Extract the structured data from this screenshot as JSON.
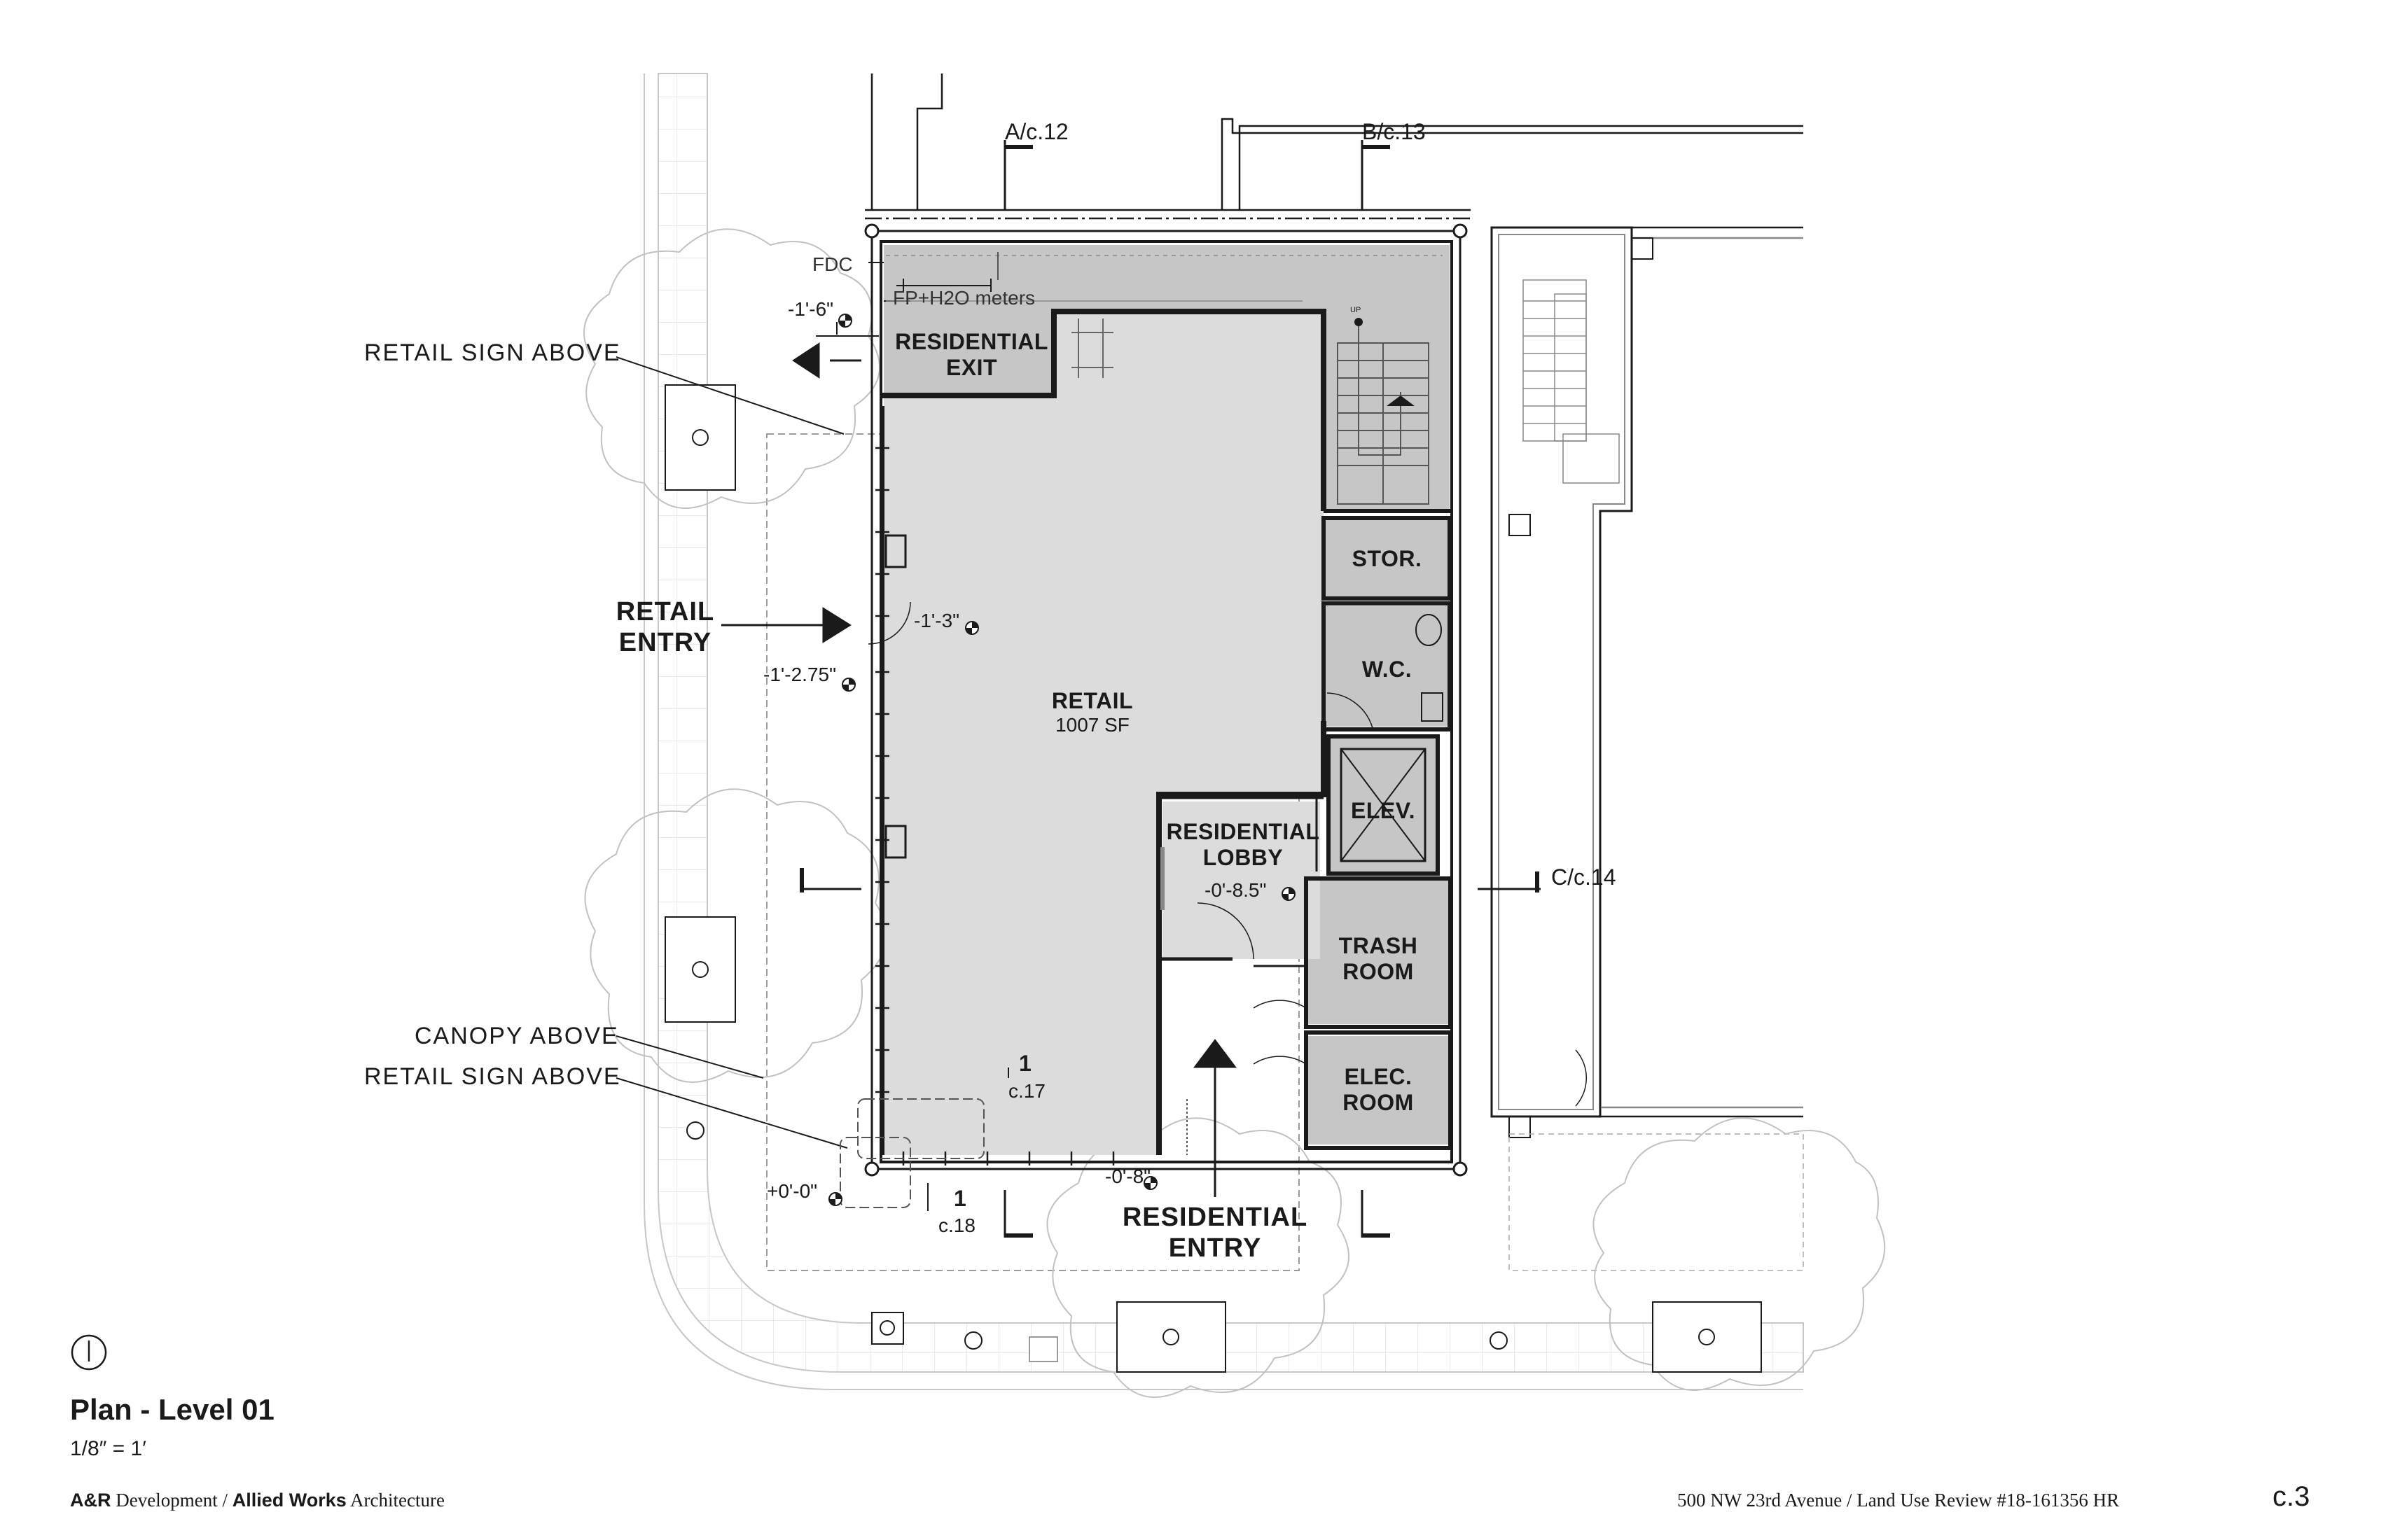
{
  "rooms": {
    "residential_exit": "RESIDENTIAL\nEXIT",
    "retail": "RETAIL",
    "retail_area": "1007 SF",
    "stor": "STOR.",
    "wc": "W.C.",
    "elev": "ELEV.",
    "residential_lobby": "RESIDENTIAL\nLOBBY",
    "trash_room": "TRASH\nROOM",
    "elec_room": "ELEC.\nROOM"
  },
  "notes": {
    "retail_sign_top": "RETAIL SIGN ABOVE",
    "canopy": "CANOPY ABOVE",
    "retail_sign_bottom": "RETAIL SIGN ABOVE",
    "fdc": "FDC",
    "meters": "FP+H2O meters",
    "up": "UP"
  },
  "entries": {
    "retail": "RETAIL\nENTRY",
    "residential": "RESIDENTIAL\nENTRY"
  },
  "elevations": {
    "exit": "-1'-6\"",
    "retail_inner": "-1'-3\"",
    "retail_outer": "-1'-2.75\"",
    "lobby": "-0'-8.5\"",
    "corner": "+0'-0\"",
    "entry": "-0'-8\""
  },
  "section_markers": {
    "a": "A/c.12",
    "b": "B/c.13",
    "c": "C/c.14"
  },
  "detail_markers": {
    "d1_num": "1",
    "d1_sheet": "c.17",
    "d2_num": "1",
    "d2_sheet": "c.18"
  },
  "title": {
    "name": "Plan - Level 01",
    "scale": "1/8″ = 1′"
  },
  "footer": {
    "company_bold": "A&R",
    "company": "Development",
    "sep": "/",
    "architect_bold": "Allied Works",
    "architect": "Architecture",
    "project": "500 NW 23rd Avenue / Land Use Review #18-161356 HR",
    "sheet": "c.3"
  },
  "colors": {
    "room_fill": "#dcdcdc",
    "service_fill": "#c6c6c6",
    "line": "#1a1a1a",
    "context": "#b5b5b5"
  }
}
